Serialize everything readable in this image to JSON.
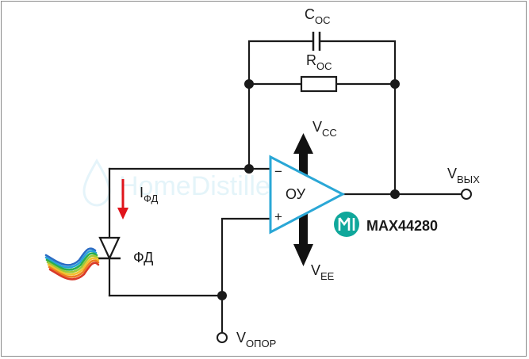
{
  "components": {
    "capacitor": {
      "name": "C",
      "sub": "OC"
    },
    "resistor": {
      "name": "R",
      "sub": "OC"
    },
    "supply_pos": {
      "name": "V",
      "sub": "CC"
    },
    "supply_neg": {
      "name": "V",
      "sub": "EE"
    },
    "output": {
      "name": "V",
      "sub": "ВЫХ"
    },
    "reference": {
      "name": "V",
      "sub": "ОПОР"
    },
    "photocurrent": {
      "name": "I",
      "sub": "ФД"
    },
    "photodiode": {
      "label": "ФД"
    },
    "opamp": {
      "label": "ОУ",
      "minus": "−",
      "plus": "+"
    }
  },
  "part_number": "MAX44280",
  "watermark": "HomeDistiller.ru",
  "colors": {
    "opamp_stroke": "#2aa7d6",
    "brand_teal": "#10a79b",
    "arrow_red": "#e0141b",
    "wire": "#1a1a1a"
  }
}
